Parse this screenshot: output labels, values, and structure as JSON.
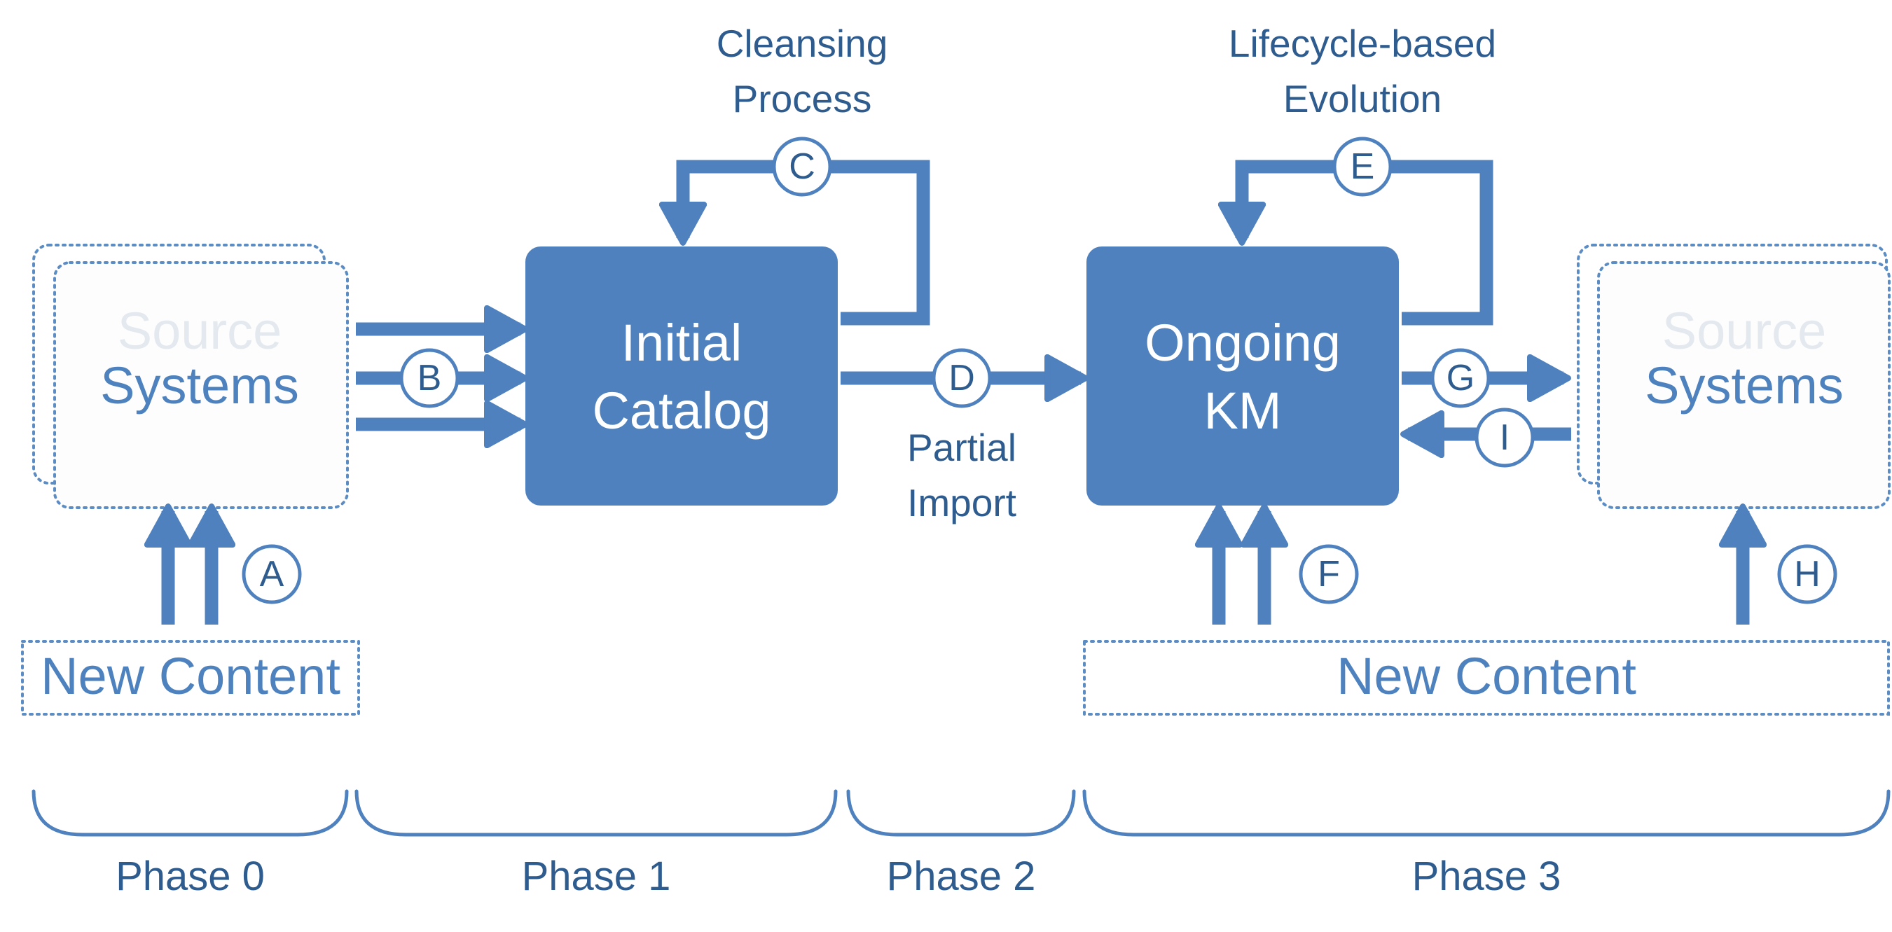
{
  "diagram": {
    "colors": {
      "primary": "#4e81bd",
      "text_dark": "#2f5c8f",
      "text_blue": "#4e82be",
      "dotted_border": "#5b8cc3",
      "background": "#ffffff"
    },
    "nodes": {
      "source_systems": {
        "text": "Systems",
        "faint_text": "Source"
      },
      "initial_catalog": {
        "line1": "Initial",
        "line2": "Catalog"
      },
      "ongoing_km": {
        "line1": "Ongoing",
        "line2": "KM"
      },
      "target_systems": {
        "text": "Systems",
        "faint_text": "Source"
      },
      "new_content_left": {
        "text": "New Content"
      },
      "new_content_right": {
        "text": "New Content"
      }
    },
    "annotations": {
      "cleansing": {
        "line1": "Cleansing",
        "line2": "Process"
      },
      "lifecycle": {
        "line1": "Lifecycle-based",
        "line2": "Evolution"
      },
      "partial_import": {
        "line1": "Partial",
        "line2": "Import"
      }
    },
    "steps": {
      "A": "A",
      "B": "B",
      "C": "C",
      "D": "D",
      "E": "E",
      "F": "F",
      "G": "G",
      "H": "H",
      "I": "I"
    },
    "phases": [
      {
        "label": "Phase 0"
      },
      {
        "label": "Phase 1"
      },
      {
        "label": "Phase 2"
      },
      {
        "label": "Phase 3"
      }
    ]
  }
}
